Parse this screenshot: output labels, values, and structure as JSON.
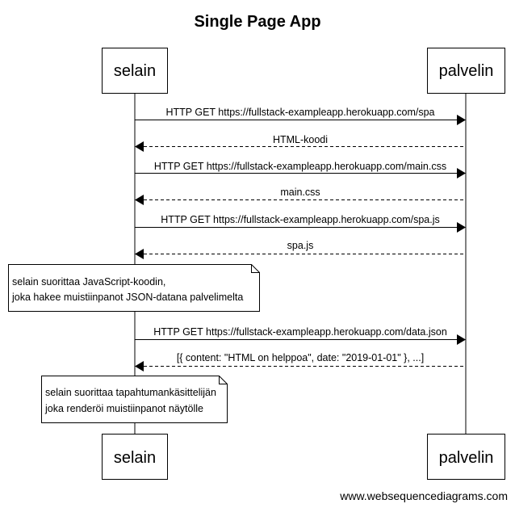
{
  "title": "Single Page App",
  "actors": {
    "client": "selain",
    "server": "palvelin"
  },
  "messages": [
    {
      "text": "HTTP GET https://fullstack-exampleapp.herokuapp.com/spa",
      "direction": "to-server",
      "style": "solid"
    },
    {
      "text": "HTML-koodi",
      "direction": "to-client",
      "style": "dashed"
    },
    {
      "text": "HTTP GET https://fullstack-exampleapp.herokuapp.com/main.css",
      "direction": "to-server",
      "style": "solid"
    },
    {
      "text": "main.css",
      "direction": "to-client",
      "style": "dashed"
    },
    {
      "text": "HTTP GET https://fullstack-exampleapp.herokuapp.com/spa.js",
      "direction": "to-server",
      "style": "solid"
    },
    {
      "text": "spa.js",
      "direction": "to-client",
      "style": "dashed"
    },
    {
      "text": "HTTP GET https://fullstack-exampleapp.herokuapp.com/data.json",
      "direction": "to-server",
      "style": "solid"
    },
    {
      "text": "[{ content: \"HTML on helppoa\", date: \"2019-01-01\" }, ...]",
      "direction": "to-client",
      "style": "dashed"
    }
  ],
  "notes": [
    {
      "lines": [
        "selain suorittaa JavaScript-koodin,",
        "joka hakee muistiinpanot JSON-datana palvelimelta"
      ]
    },
    {
      "lines": [
        "selain suorittaa tapahtumankäsittelijän",
        "joka renderöi muistiinpanot näytölle"
      ]
    }
  ],
  "footer": "www.websequencediagrams.com"
}
